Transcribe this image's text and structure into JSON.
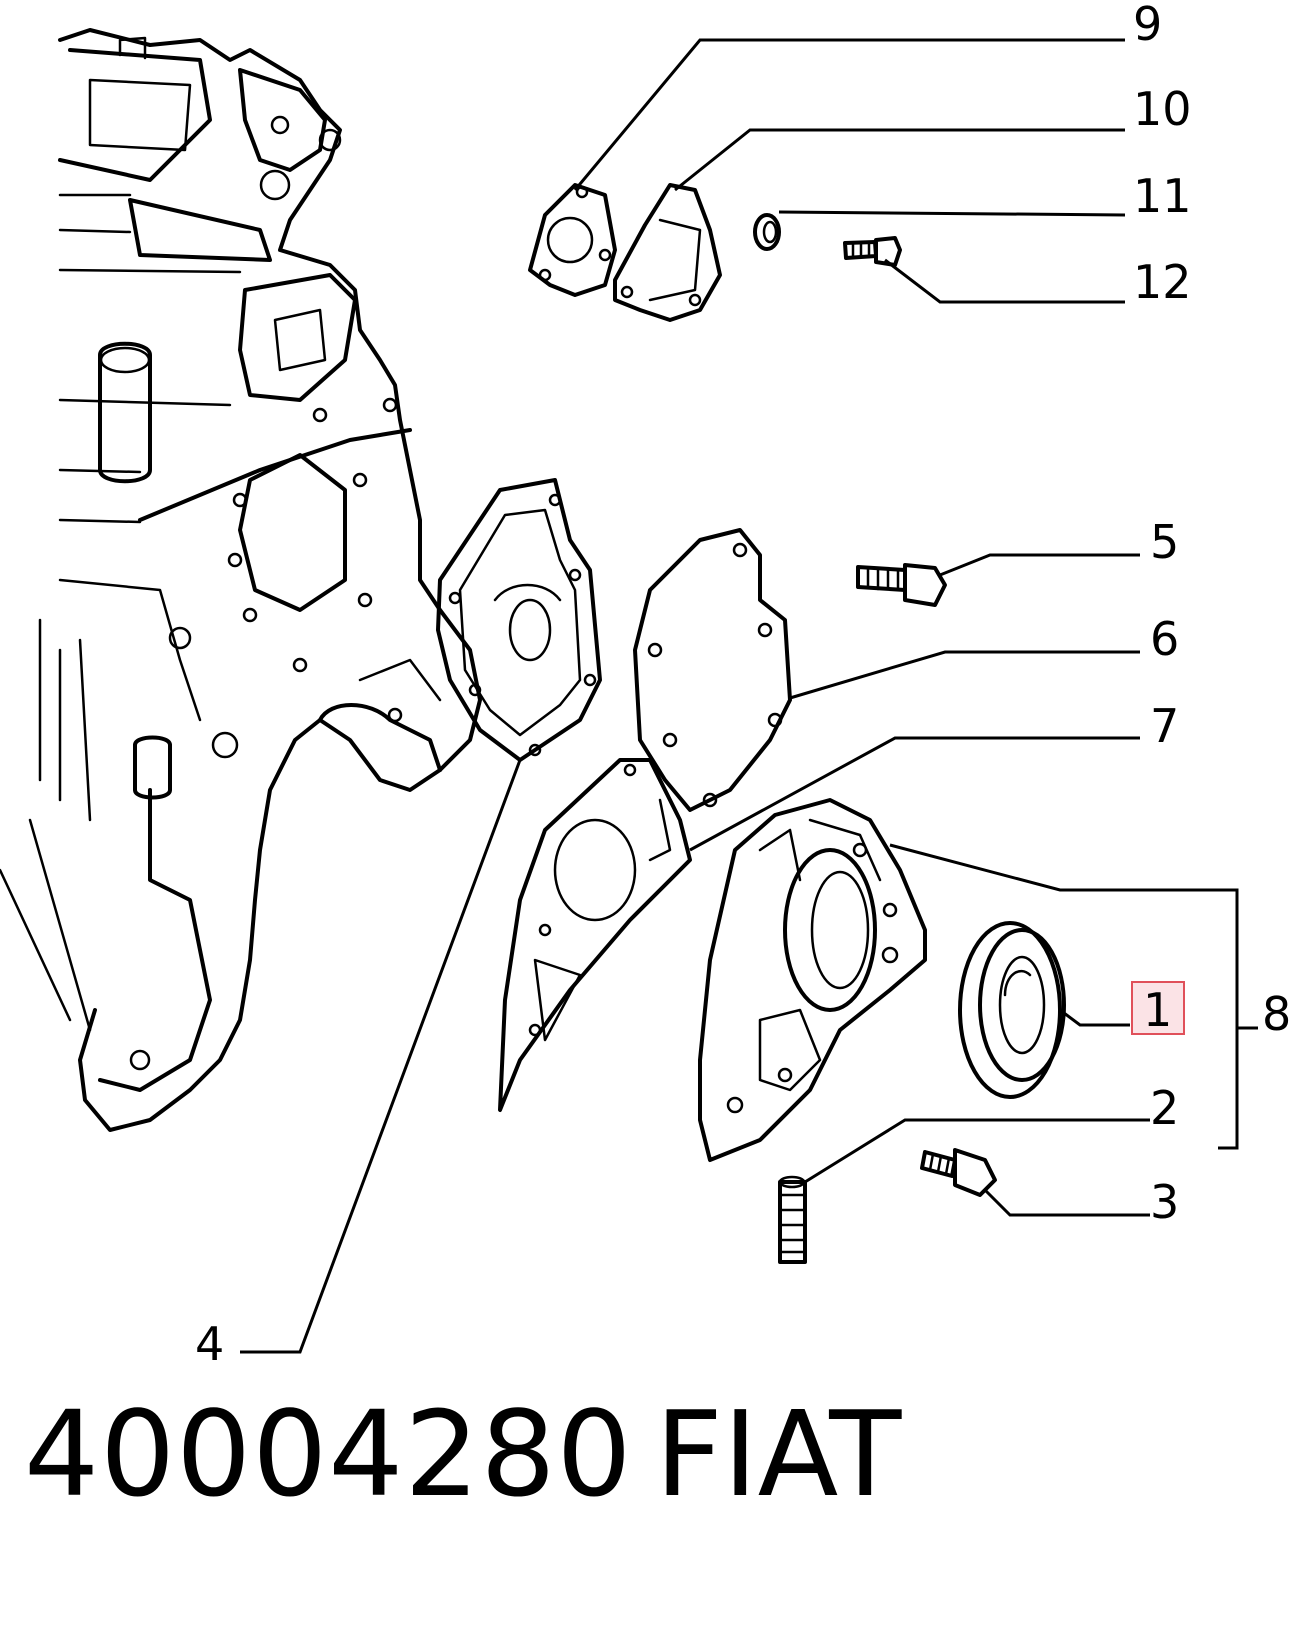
{
  "callouts": {
    "c1": "1",
    "c2": "2",
    "c3": "3",
    "c4": "4",
    "c5": "5",
    "c6": "6",
    "c7": "7",
    "c8": "8",
    "c9": "9",
    "c10": "10",
    "c11": "11",
    "c12": "12"
  },
  "highlighted_callout": "1",
  "footer": {
    "part_number": "40004280",
    "brand": "FIAT"
  },
  "colors": {
    "line": "#000000",
    "highlight_border": "#e0505a",
    "highlight_fill": "#fbe3e6"
  }
}
